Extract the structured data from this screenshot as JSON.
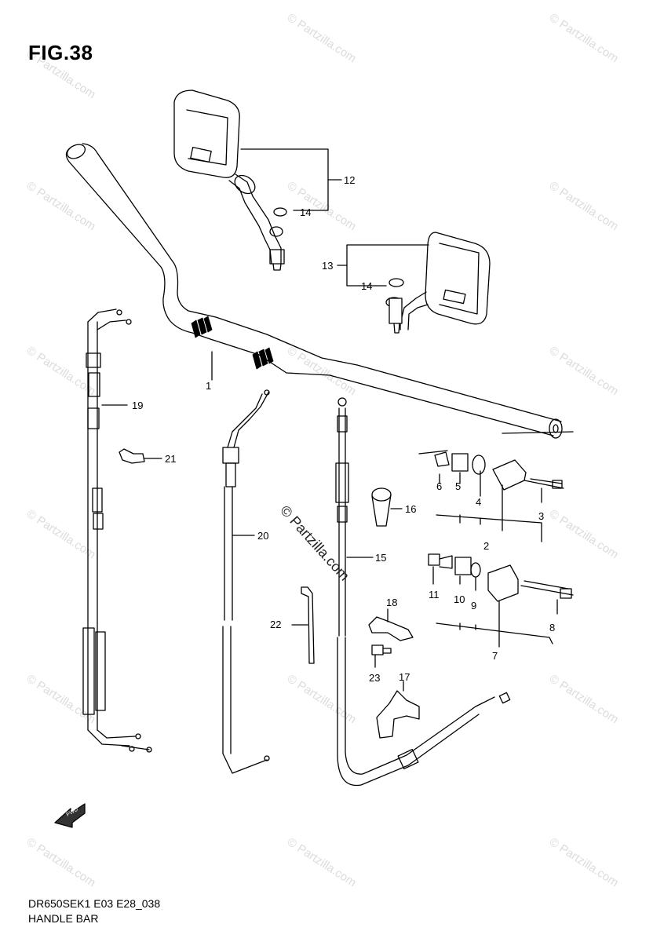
{
  "figure": {
    "title": "FIG.38",
    "model_code": "DR650SEK1 E03 E28_038",
    "diagram_name": "HANDLE BAR",
    "watermark_text": "© Partzilla.com",
    "center_watermark": "© Partzilla.com",
    "fwd_label": "FWD"
  },
  "callouts": [
    {
      "id": "1",
      "label": "1"
    },
    {
      "id": "2",
      "label": "2"
    },
    {
      "id": "3",
      "label": "3"
    },
    {
      "id": "4",
      "label": "4"
    },
    {
      "id": "5",
      "label": "5"
    },
    {
      "id": "6",
      "label": "6"
    },
    {
      "id": "7",
      "label": "7"
    },
    {
      "id": "8",
      "label": "8"
    },
    {
      "id": "9",
      "label": "9"
    },
    {
      "id": "10",
      "label": "10"
    },
    {
      "id": "11",
      "label": "11"
    },
    {
      "id": "12",
      "label": "12"
    },
    {
      "id": "13",
      "label": "13"
    },
    {
      "id": "14a",
      "label": "14"
    },
    {
      "id": "14b",
      "label": "14"
    },
    {
      "id": "15",
      "label": "15"
    },
    {
      "id": "16",
      "label": "16"
    },
    {
      "id": "17",
      "label": "17"
    },
    {
      "id": "18",
      "label": "18"
    },
    {
      "id": "19",
      "label": "19"
    },
    {
      "id": "20",
      "label": "20"
    },
    {
      "id": "21",
      "label": "21"
    },
    {
      "id": "22",
      "label": "22"
    },
    {
      "id": "23",
      "label": "23"
    }
  ]
}
